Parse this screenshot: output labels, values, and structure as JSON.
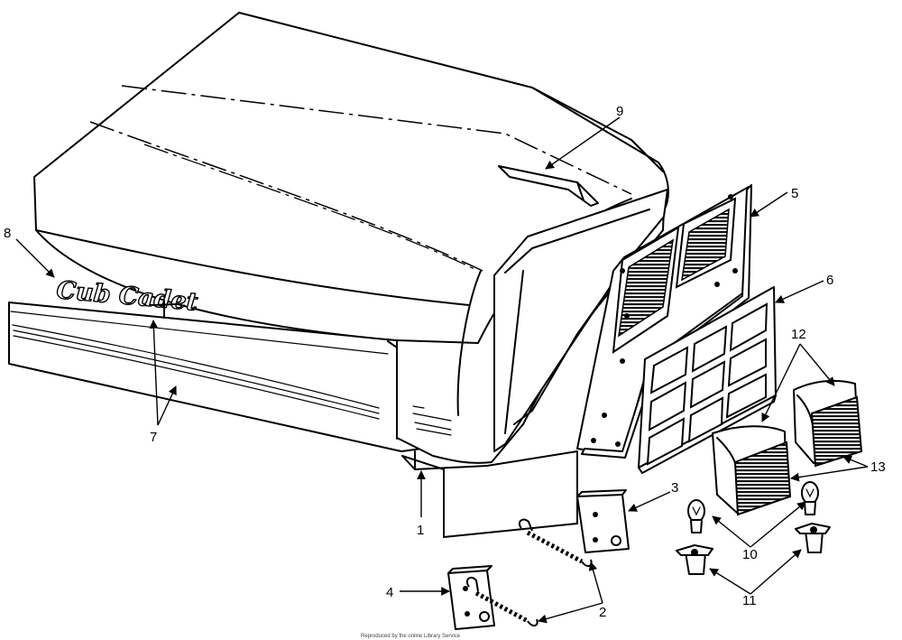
{
  "diagram": {
    "logo_text": "Cub Cadet",
    "callouts": [
      "1",
      "2",
      "3",
      "4",
      "5",
      "6",
      "7",
      "8",
      "9",
      "10",
      "11",
      "12",
      "13"
    ],
    "footer_caption": "Reproduced by the online Library Service"
  }
}
